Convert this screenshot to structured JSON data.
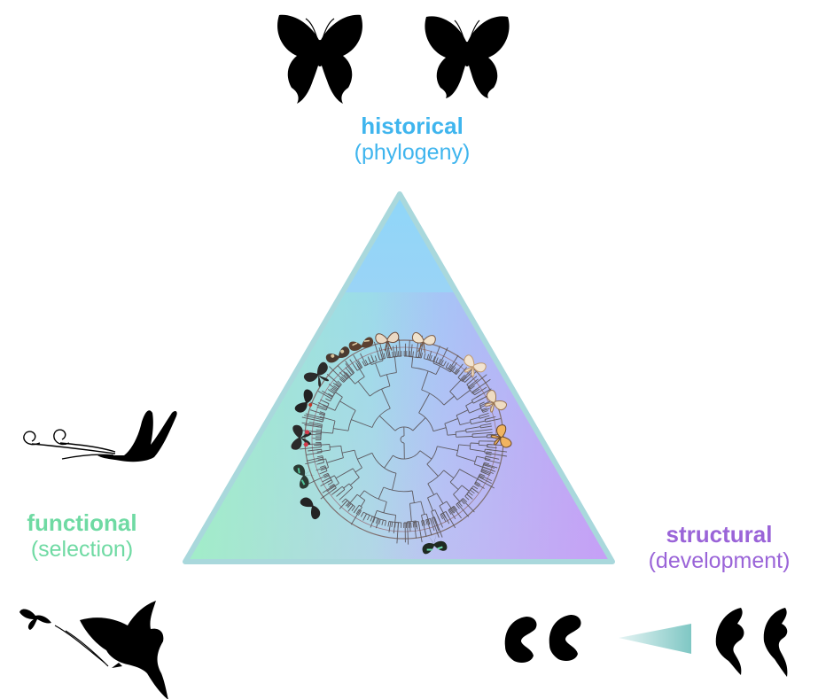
{
  "concepts": {
    "historical": {
      "title": "historical",
      "subtitle": "(phylogeny)",
      "color": "#3fb5ee"
    },
    "functional": {
      "title": "functional",
      "subtitle": "(selection)",
      "color": "#6fdaa3"
    },
    "structural": {
      "title": "structural",
      "subtitle": "(development)",
      "color": "#9a64d8"
    }
  },
  "triangle_gradient": {
    "top": "#8fd6f8",
    "bottom_left": "#9ff0c4",
    "bottom_right": "#c79af6",
    "border": "#a9d8dc"
  },
  "icons": [
    "swallowtail-silhouette-icon",
    "butterfly-silhouette-icon",
    "wind-gust-icon",
    "flying-butterfly-silhouette-icon",
    "bird-predator-icon",
    "hindwing-shape-icon",
    "tailed-hindwing-icon",
    "development-gradient-wedge-icon",
    "phylogenetic-tree-icon",
    "butterfly-specimen-icon"
  ]
}
